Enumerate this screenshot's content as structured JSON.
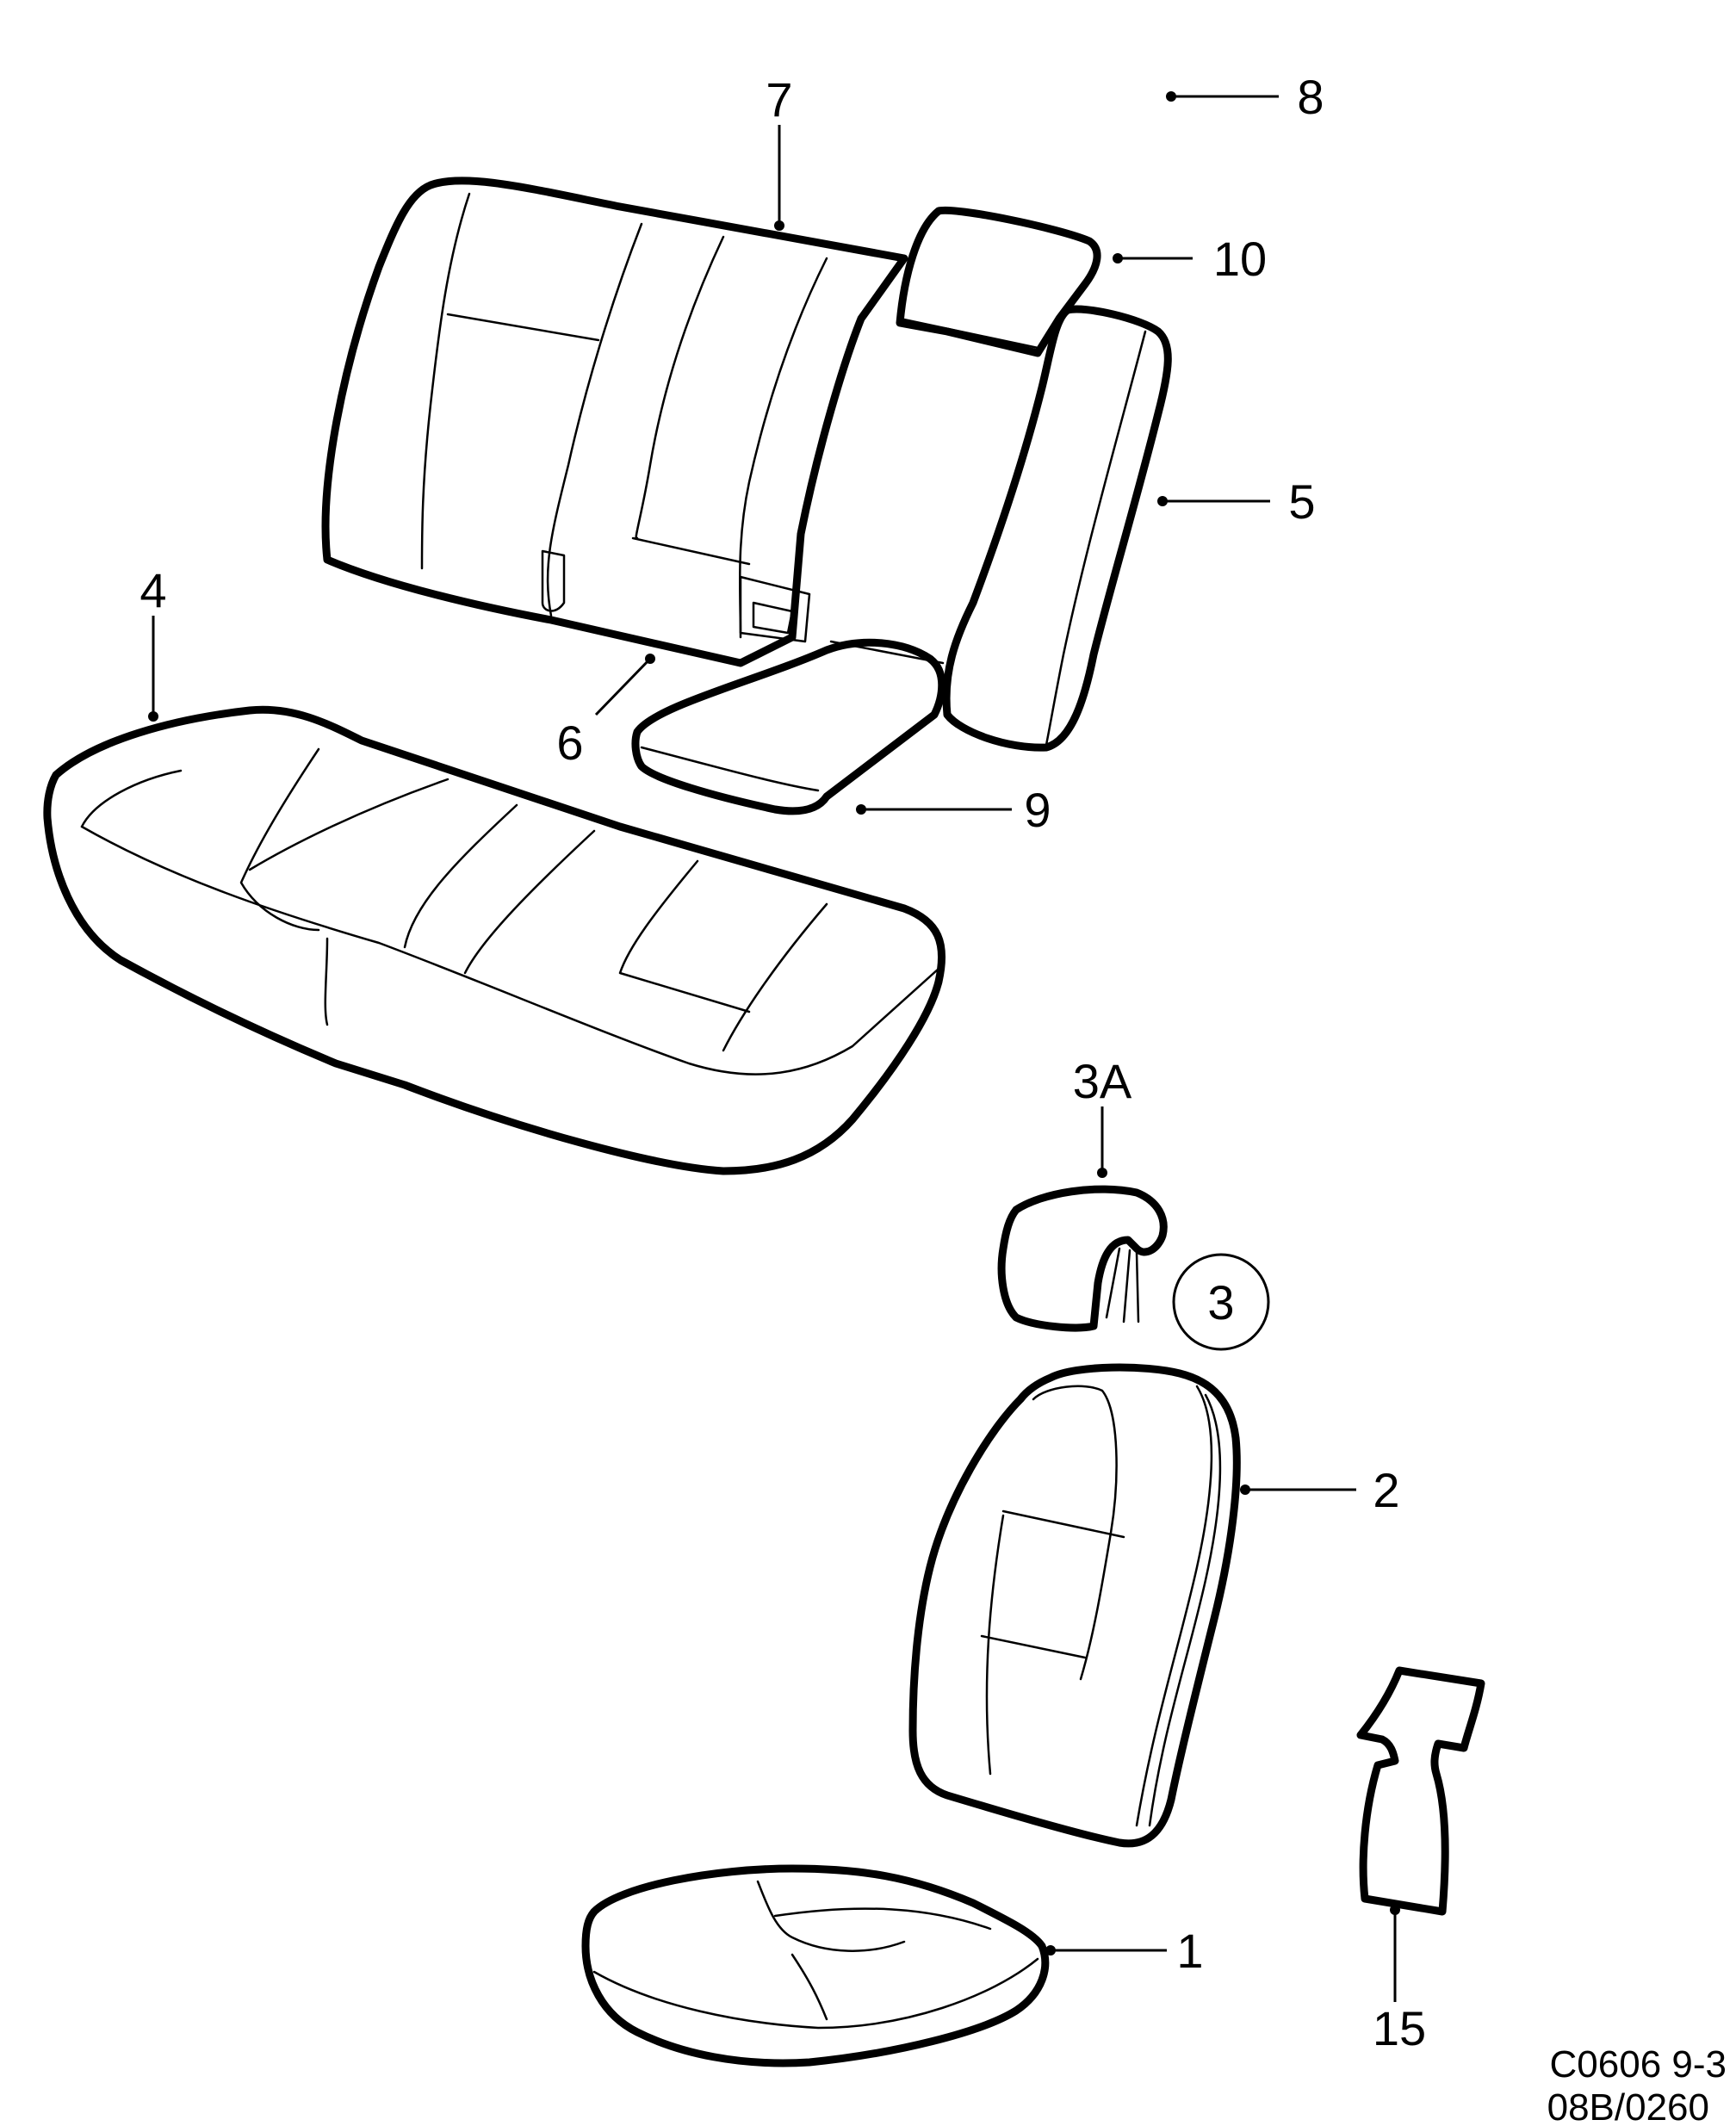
{
  "callouts": {
    "c1": "1",
    "c2": "2",
    "c3": "3",
    "c3a": "3A",
    "c4": "4",
    "c5": "5",
    "c6": "6",
    "c7": "7",
    "c8": "8",
    "c9": "9",
    "c10": "10",
    "c15": "15"
  },
  "reference": {
    "line1": "C0606 9-3",
    "line2": "08B/0260"
  }
}
